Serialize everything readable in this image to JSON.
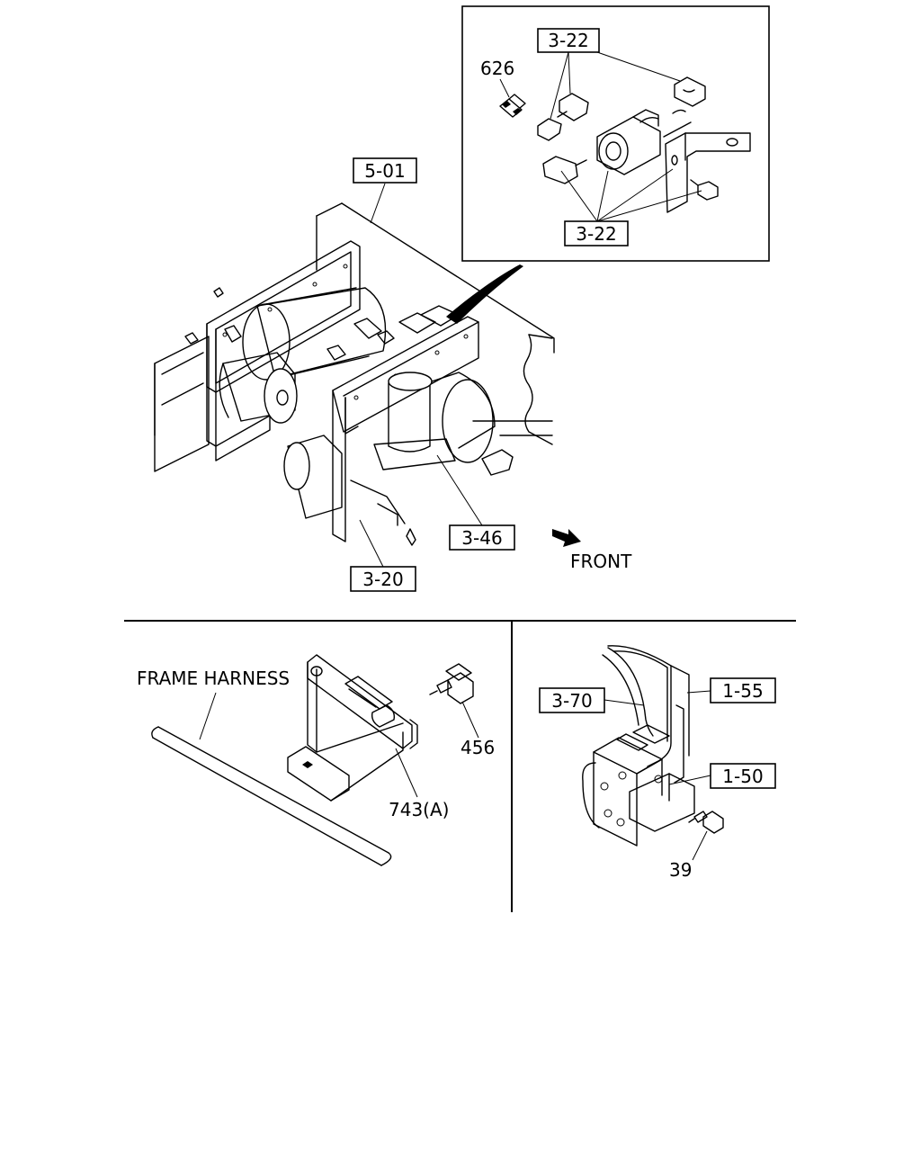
{
  "callouts": {
    "inset_top": "3-22",
    "inset_bottom": "3-22",
    "part_626": "626",
    "frame_ref": "5-01",
    "dryer_ref": "3-46",
    "bracket_ref": "3-20",
    "front": "FRONT",
    "frame_harness": "FRAME HARNESS",
    "part_456": "456",
    "part_743a": "743(A)",
    "ref_3_70": "3-70",
    "ref_1_55": "1-55",
    "ref_1_50": "1-50",
    "part_39": "39"
  }
}
